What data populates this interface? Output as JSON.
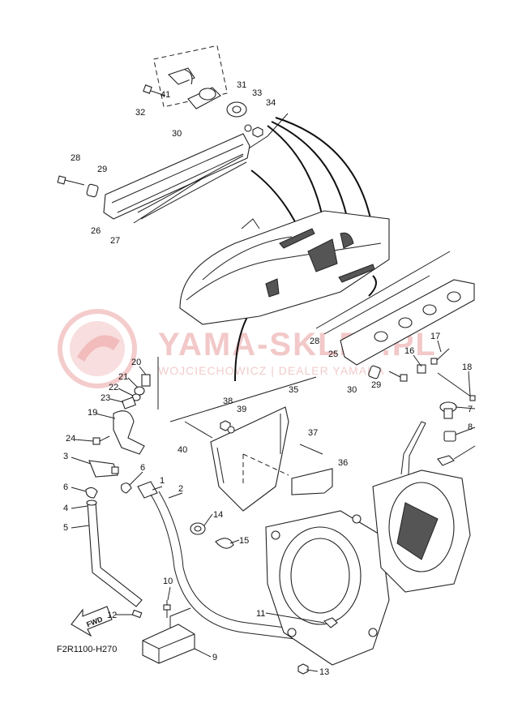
{
  "diagram": {
    "code": "F2R1100-H270",
    "fwd_label": "FWD",
    "watermark": {
      "title": "YAMA-SKLEP.PL",
      "subtitle": "WOJCIECHOWICZ | DEALER YAMAHA"
    },
    "callouts": [
      "1",
      "2",
      "3",
      "4",
      "5",
      "6",
      "6",
      "7",
      "8",
      "9",
      "10",
      "11",
      "12",
      "13",
      "14",
      "15",
      "16",
      "17",
      "18",
      "19",
      "20",
      "21",
      "22",
      "23",
      "24",
      "25",
      "26",
      "27",
      "28",
      "28",
      "29",
      "29",
      "30",
      "30",
      "31",
      "32",
      "33",
      "34",
      "35",
      "36",
      "37",
      "38",
      "39",
      "40",
      "41"
    ]
  }
}
